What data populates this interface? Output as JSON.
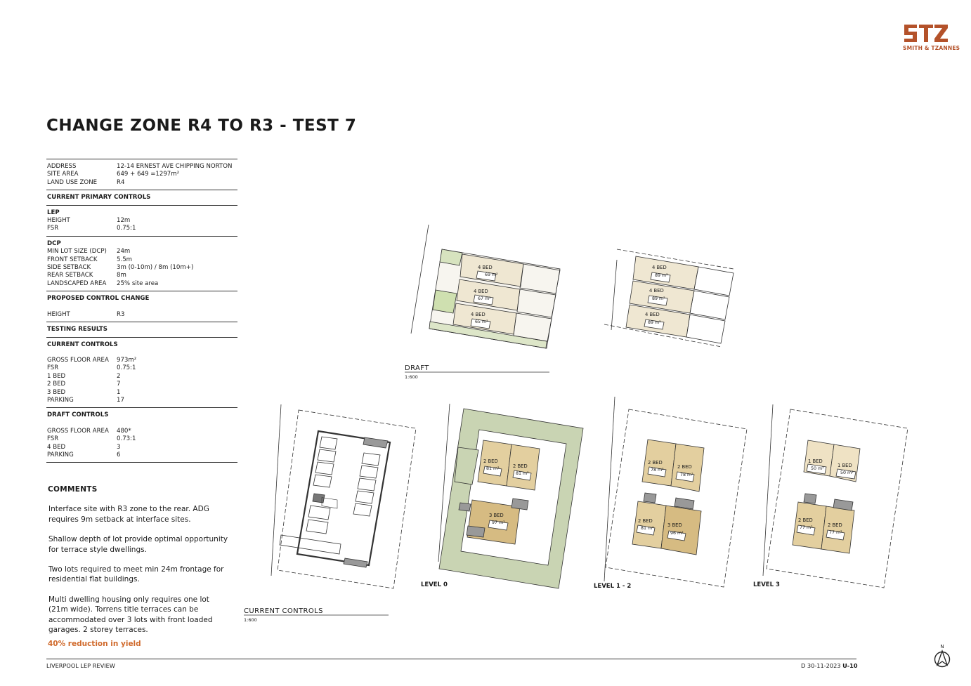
{
  "logo": {
    "mark": "STZ",
    "name": "SMITH & TZANNES"
  },
  "title": "CHANGE ZONE R4 TO R3 - TEST 7",
  "site": [
    {
      "k": "ADDRESS",
      "v": "12-14 ERNEST AVE CHIPPING NORTON"
    },
    {
      "k": "SITE AREA",
      "v": "649 + 649 =1297m²"
    },
    {
      "k": "LAND USE ZONE",
      "v": "R4"
    }
  ],
  "current_primary": "CURRENT PRIMARY CONTROLS",
  "lep": {
    "head": "LEP",
    "rows": [
      {
        "k": "HEIGHT",
        "v": "12m"
      },
      {
        "k": "FSR",
        "v": "0.75:1"
      }
    ]
  },
  "dcp": {
    "head": "DCP",
    "rows": [
      {
        "k": "MIN LOT SIZE (DCP)",
        "v": "24m"
      },
      {
        "k": "FRONT SETBACK",
        "v": "5.5m"
      },
      {
        "k": "SIDE SETBACK",
        "v": "3m (0-10m) / 8m (10m+)"
      },
      {
        "k": "REAR SETBACK",
        "v": "8m"
      },
      {
        "k": "LANDSCAPED AREA",
        "v": "25% site area"
      }
    ]
  },
  "proposed": {
    "head": "PROPOSED CONTROL CHANGE",
    "rows": [
      {
        "k": "HEIGHT",
        "v": "R3"
      }
    ]
  },
  "testing": "TESTING RESULTS",
  "current": {
    "head": "CURRENT CONTROLS",
    "rows": [
      {
        "k": "GROSS FLOOR AREA",
        "v": "973m²"
      },
      {
        "k": "FSR",
        "v": "0.75:1"
      },
      {
        "k": "1 BED",
        "v": "2"
      },
      {
        "k": "2 BED",
        "v": "7"
      },
      {
        "k": "3 BED",
        "v": "1"
      },
      {
        "k": "PARKING",
        "v": "17"
      }
    ]
  },
  "draft": {
    "head": "DRAFT CONTROLS",
    "rows": [
      {
        "k": "GROSS FLOOR AREA",
        "v": "480*"
      },
      {
        "k": "FSR",
        "v": "0.73:1"
      },
      {
        "k": "4 BED",
        "v": "3"
      },
      {
        "k": "PARKING",
        "v": "6"
      }
    ]
  },
  "comments": {
    "head": "COMMENTS",
    "paras": [
      "Interface site with R3 zone to the rear. ADG requires 9m setback at interface sites.",
      "Shallow depth of lot provide optimal opportunity for terrace style dwellings.",
      "Two lots required to meet min 24m frontage for residential flat buildings.",
      "Multi dwelling housing only requires one lot (21m wide). Torrens title terraces can be accommodated over 3 lots with front loaded garages. 2 storey terraces."
    ],
    "highlight": "40% reduction in yield"
  },
  "captions": {
    "draft": {
      "t": "DRAFT",
      "s": "1:600"
    },
    "current": {
      "t": "CURRENT CONTROLS",
      "s": "1:600"
    },
    "level0": "LEVEL 0",
    "level12": "LEVEL 1 - 2",
    "level3": "LEVEL 3"
  },
  "plans": {
    "draft_ground": [
      {
        "bed": "4 BED",
        "area": "69 m²"
      },
      {
        "bed": "4 BED",
        "area": "67 m²"
      },
      {
        "bed": "4 BED",
        "area": "65 m²"
      }
    ],
    "draft_upper": [
      {
        "bed": "4 BED",
        "area": "89 m²"
      },
      {
        "bed": "4 BED",
        "area": "89 m²"
      },
      {
        "bed": "4 BED",
        "area": "89 m²"
      }
    ],
    "level0": [
      {
        "bed": "2 BED",
        "area": "81 m²"
      },
      {
        "bed": "2 BED",
        "area": "81 m²"
      },
      {
        "bed": "3 BED",
        "area": "97 m²"
      }
    ],
    "level12": [
      {
        "bed": "2 BED",
        "area": "78 m²"
      },
      {
        "bed": "2 BED",
        "area": "78 m²"
      },
      {
        "bed": "2 BED",
        "area": "81 m²"
      },
      {
        "bed": "3 BED",
        "area": "96 m²"
      }
    ],
    "level3": [
      {
        "bed": "1 BED",
        "area": "50 m²"
      },
      {
        "bed": "1 BED",
        "area": "50 m²"
      },
      {
        "bed": "2 BED",
        "area": "77 m²"
      },
      {
        "bed": "2 BED",
        "area": "77 m²"
      }
    ]
  },
  "footer": {
    "left": "LIVERPOOL LEP REVIEW",
    "date": "D 30-11-2023",
    "sheet": "U-10",
    "north": "N"
  },
  "colors": {
    "accent": "#b4522a",
    "highlight": "#d06a2c",
    "green": "#c8d3b0",
    "tan": "#e6d3a8",
    "dark_tan": "#d8bd86",
    "cream": "#efe7d2"
  }
}
